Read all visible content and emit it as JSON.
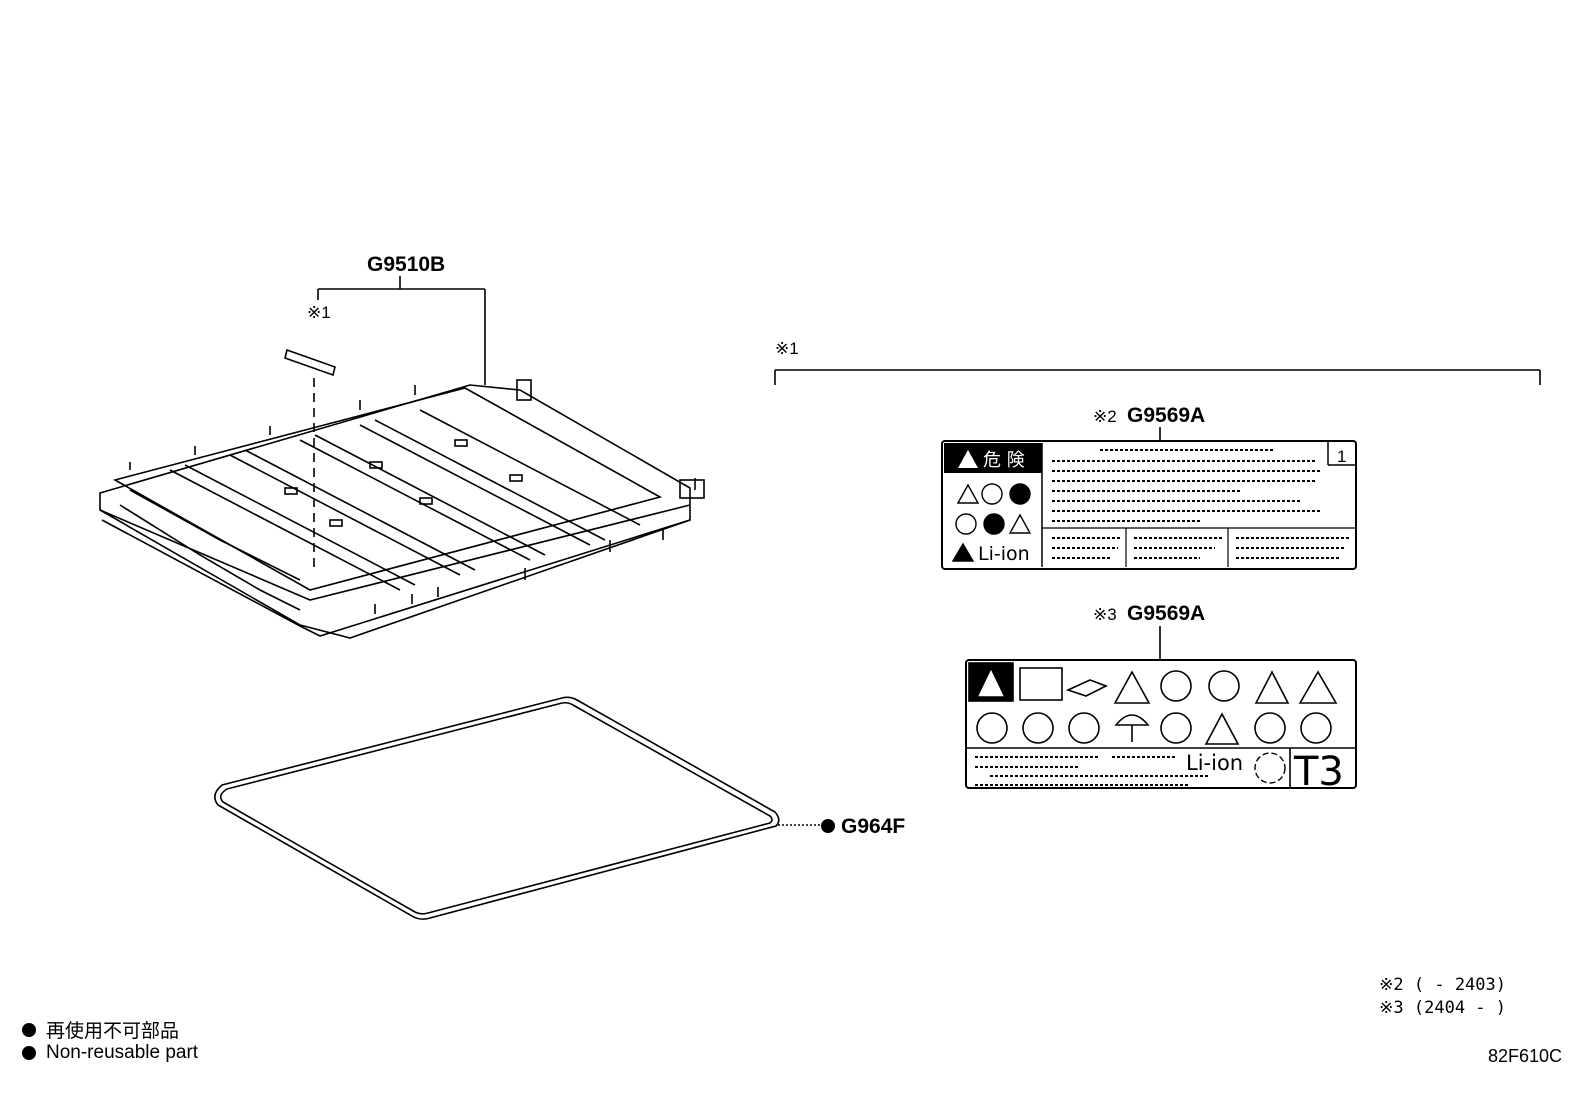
{
  "parts": {
    "battery_tray": "G9510B",
    "gasket": "G964F",
    "label_old": "G9569A",
    "label_new": "G9569A"
  },
  "marks": {
    "note1": "※1",
    "note2": "※2",
    "note3": "※3"
  },
  "label_text": {
    "danger_jp": "危 険",
    "page_no": "1",
    "li_ion": "Li-ion",
    "t3": "T3"
  },
  "icons": {
    "warning": "warning-triangle-icon",
    "manual": "manual-book-icon",
    "recycle": "recycle-icon",
    "umbrella": "keep-dry-icon"
  },
  "legend": {
    "jp": "再使用不可部品",
    "en": "Non-reusable part"
  },
  "ref_notes": {
    "line1": "※2 (    - 2403)",
    "line2": "※3 (2404 -    )"
  },
  "drawing_number": "82F610C"
}
